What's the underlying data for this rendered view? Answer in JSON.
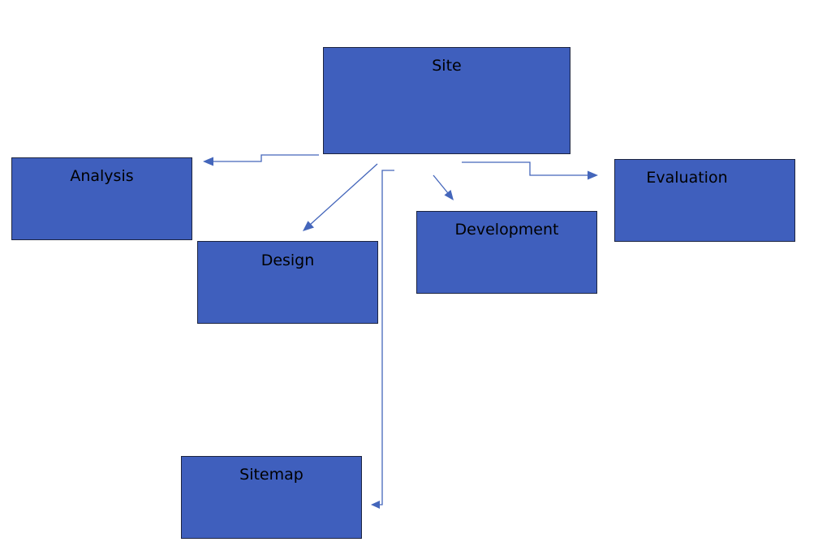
{
  "diagram": {
    "nodes": {
      "site": {
        "label": "Site"
      },
      "analysis": {
        "label": "Analysis"
      },
      "design": {
        "label": "Design"
      },
      "development": {
        "label": "Development"
      },
      "evaluation": {
        "label": "Evaluation"
      },
      "sitemap": {
        "label": "Sitemap"
      }
    },
    "edges": [
      {
        "from": "Site",
        "to": "Analysis"
      },
      {
        "from": "Site",
        "to": "Design"
      },
      {
        "from": "Site",
        "to": "Sitemap"
      },
      {
        "from": "Site",
        "to": "Development"
      },
      {
        "from": "Site",
        "to": "Evaluation"
      }
    ],
    "colors": {
      "node_fill": "#3f5fbd",
      "node_border": "#1c2440",
      "connector": "#4466bb"
    }
  }
}
